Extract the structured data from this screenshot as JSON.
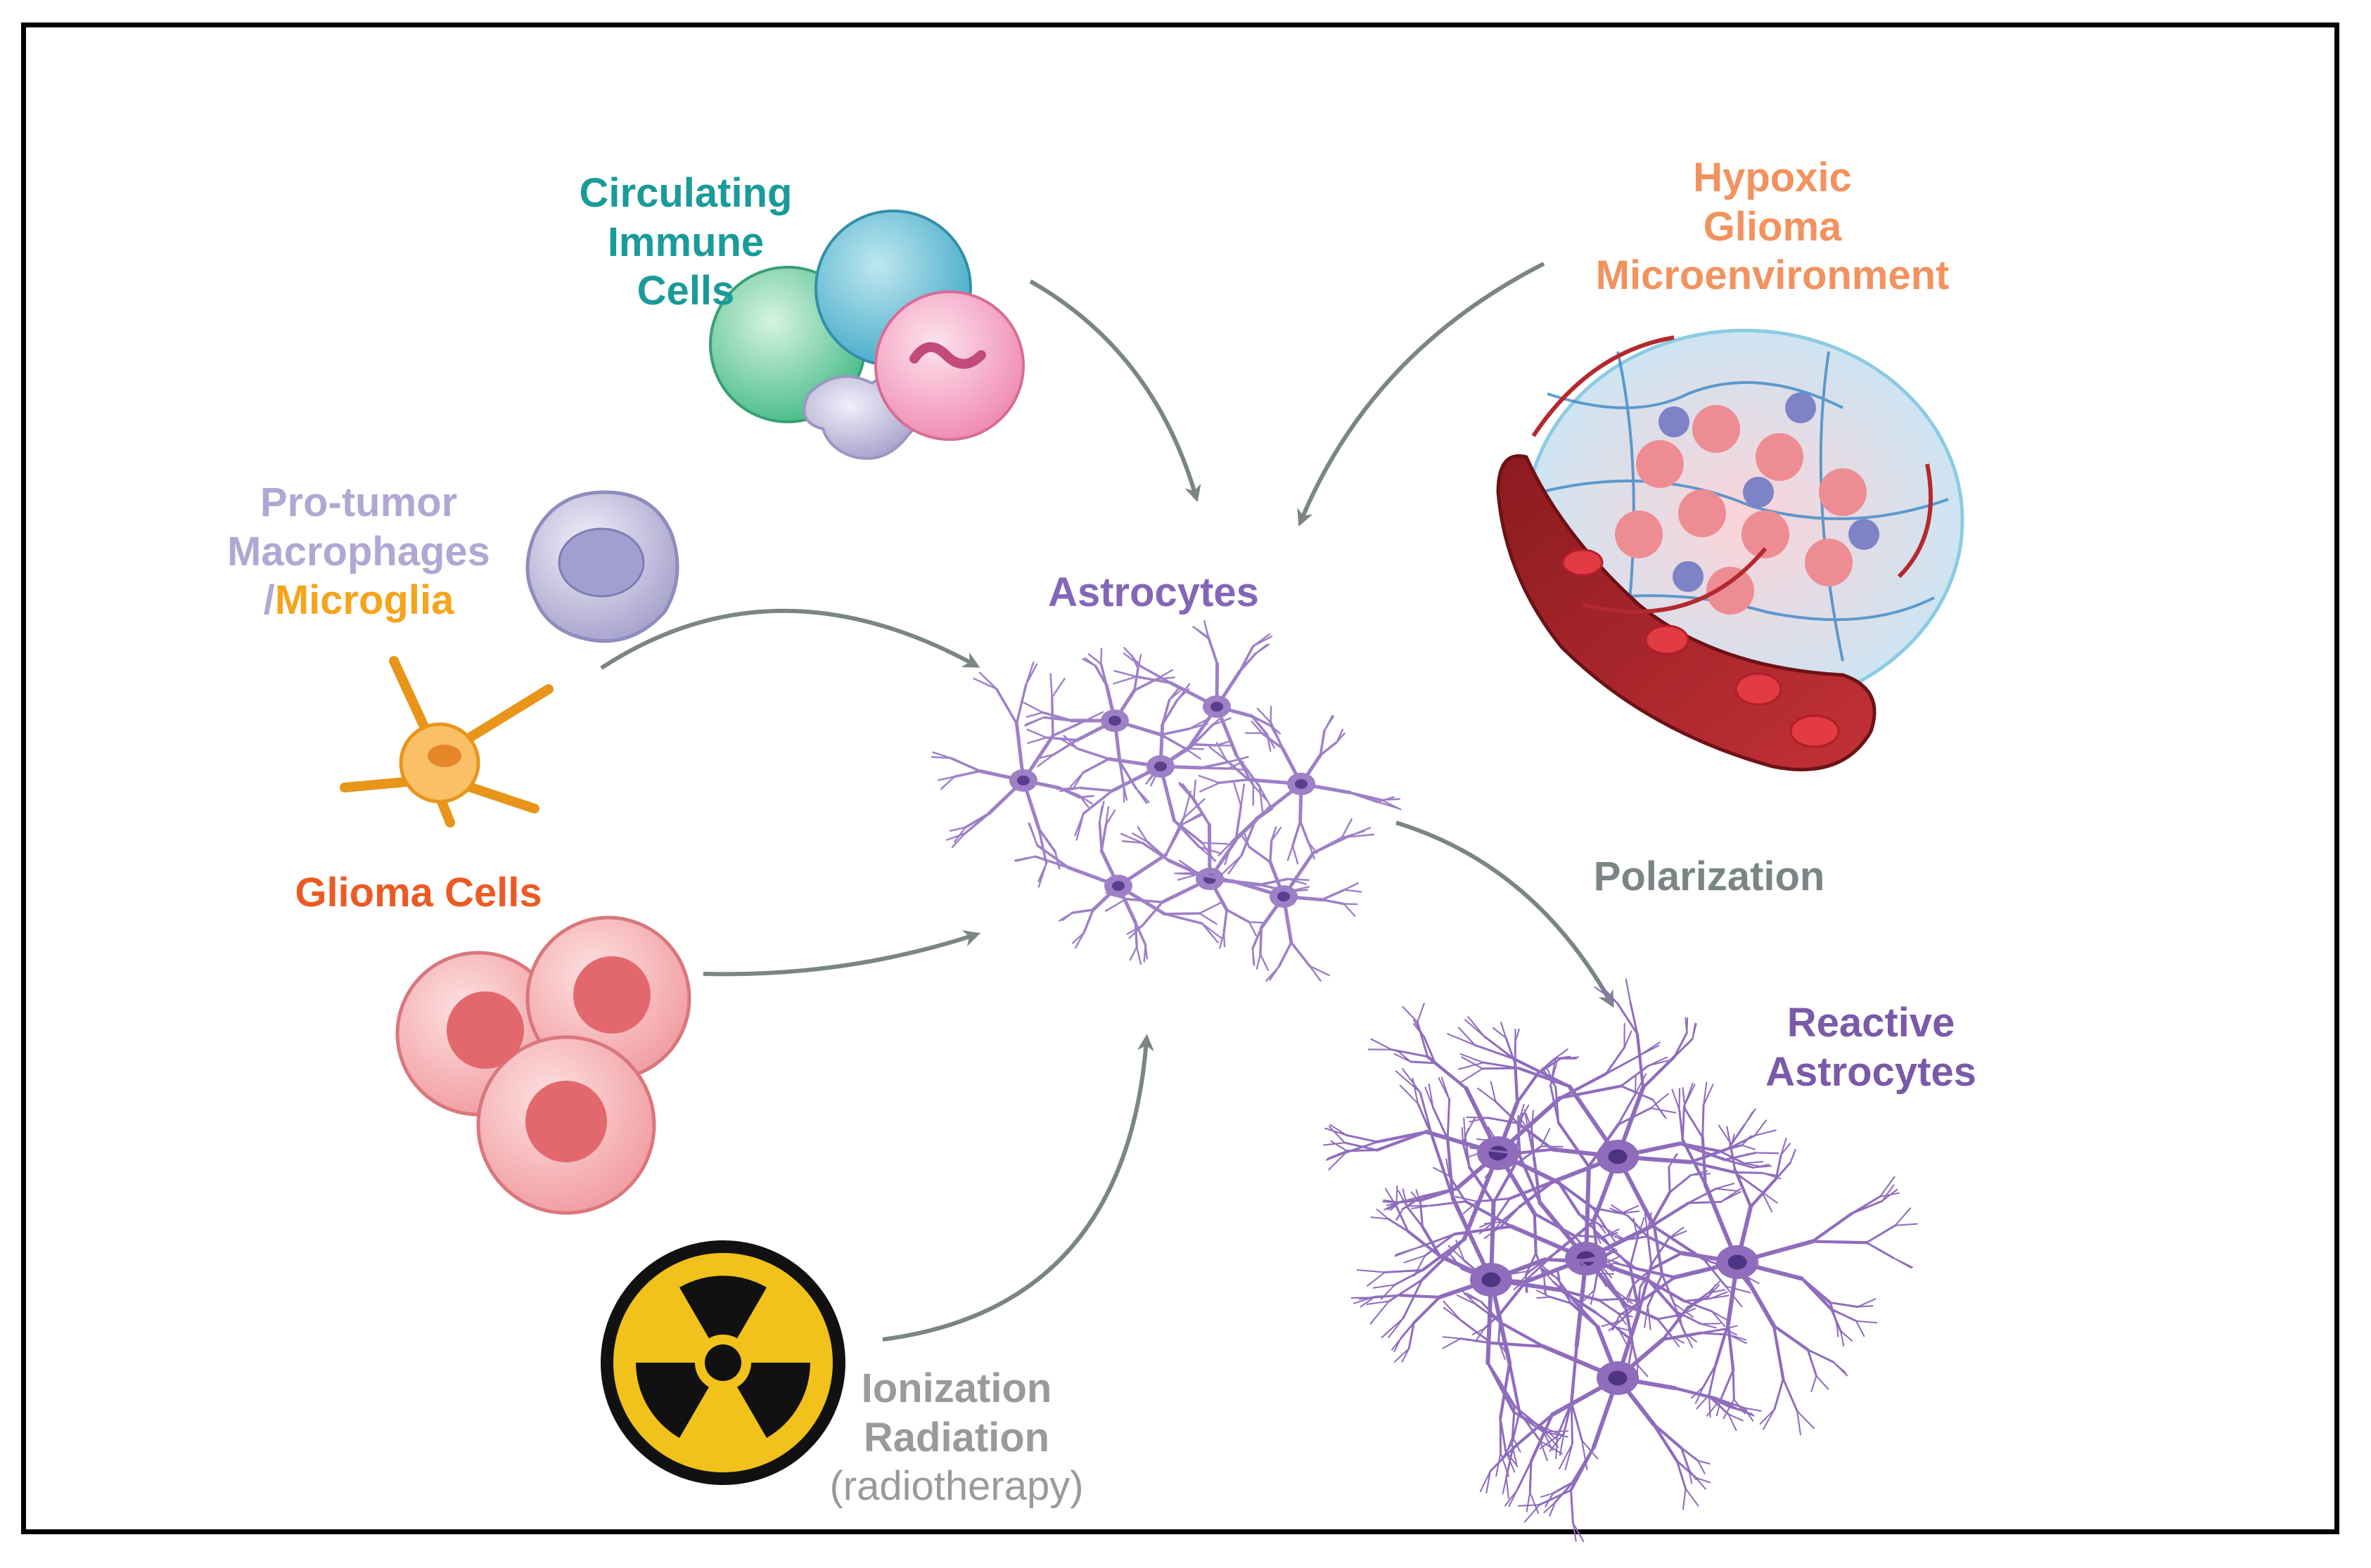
{
  "labels": {
    "circulating": [
      "Circulating",
      "Immune",
      "Cells"
    ],
    "hypoxic": [
      "Hypoxic",
      "Glioma",
      "Microenvironment"
    ],
    "macro_line1": "Pro-tumor",
    "macro_line2": "Macrophages",
    "macro_slash": "/",
    "microglia": "Microglia",
    "astrocytes": "Astrocytes",
    "glioma_cells": "Glioma Cells",
    "polarization": "Polarization",
    "reactive": [
      "Reactive",
      "Astrocytes"
    ],
    "radiation": [
      "Ionization",
      "Radiation",
      "(radiotherapy)"
    ]
  },
  "colors": {
    "circulating": "#1a9a9a",
    "hypoxic": "#f2925e",
    "macrophage": "#b2a7d3",
    "microglia": "#f4a51c",
    "astrocyte": "#8466b8",
    "glioma": "#ec5a24",
    "arrow": "#7b8585",
    "radiation": "#9a9a9a",
    "reactive": "#7a5aa8"
  }
}
